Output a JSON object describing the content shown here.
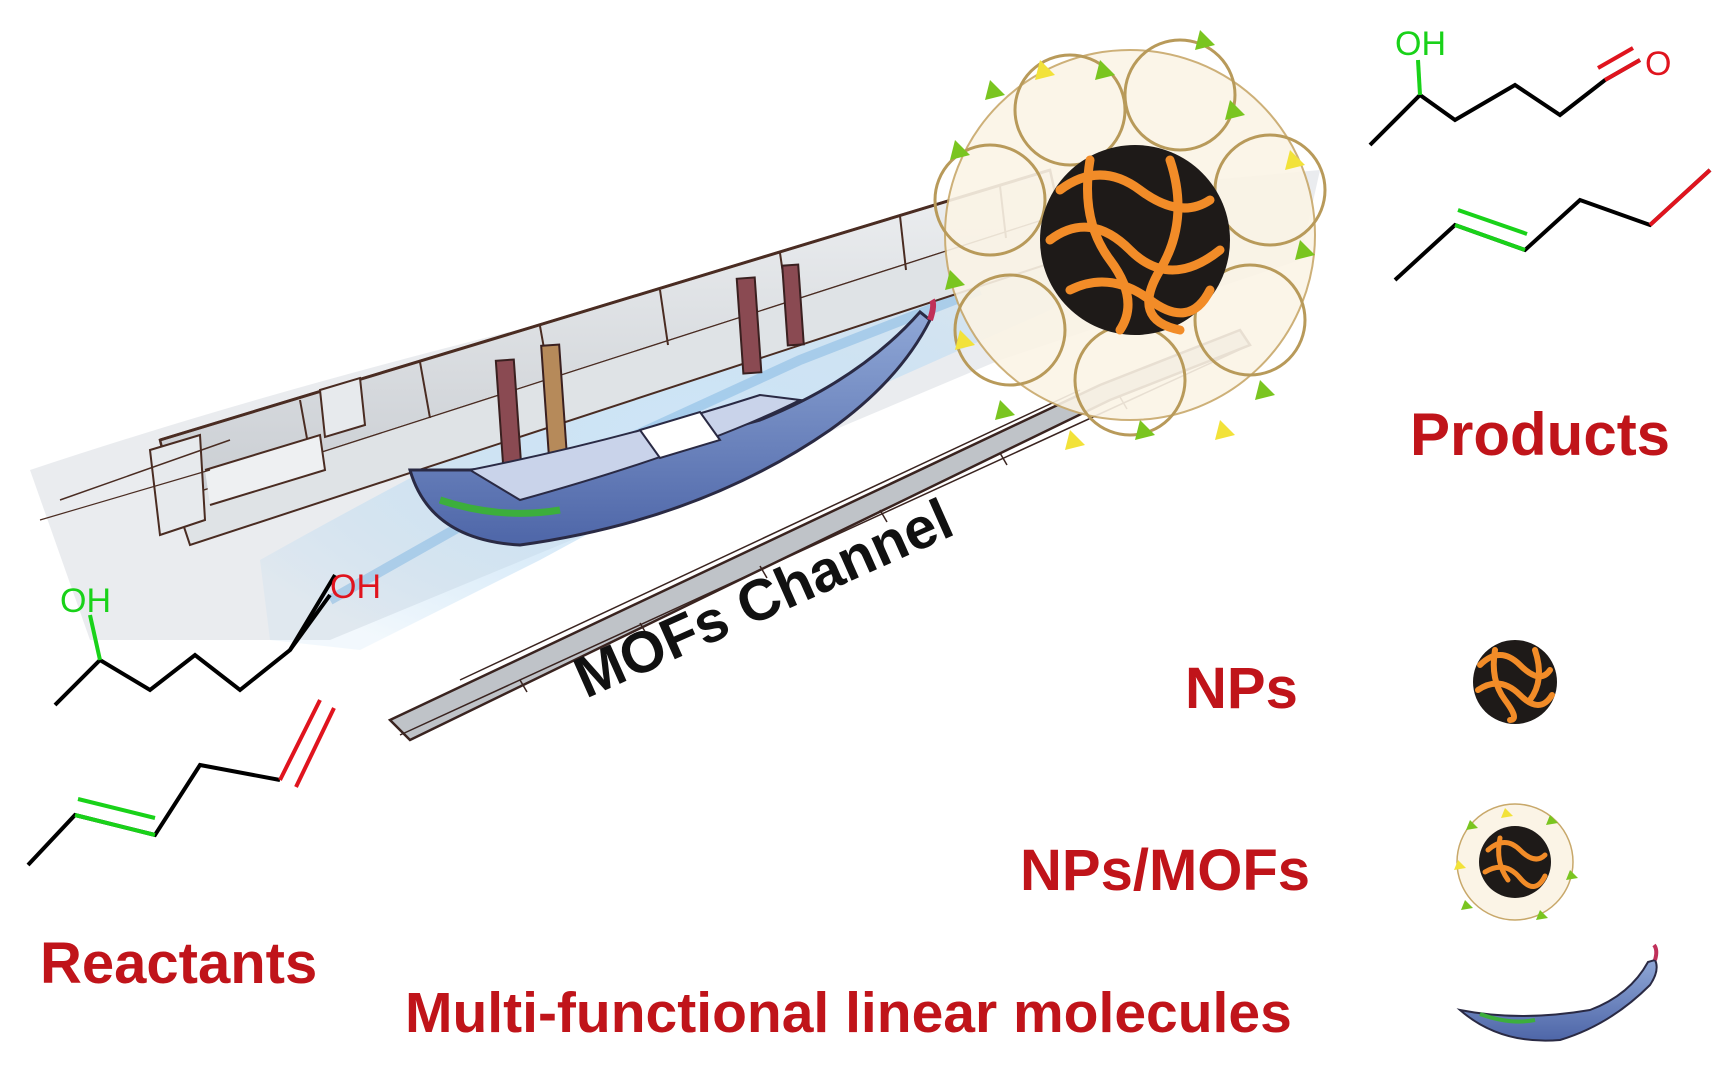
{
  "labels": {
    "products": "Products",
    "nps": "NPs",
    "nps_mofs": "NPs/MOFs",
    "reactants": "Reactants",
    "multi_functional": "Multi-functional linear molecules",
    "mofs_channel": "MOFs Channel"
  },
  "chem": {
    "reactant_oh_left": "OH",
    "reactant_oh_right": "OH",
    "product_oh": "OH",
    "product_o": "O"
  },
  "colors": {
    "label_red": "#c0141a",
    "bond_green": "#19d219",
    "bond_red": "#e0141e",
    "np_orange": "#f28c28",
    "mof_green": "#7ac520",
    "mof_yellow": "#f2e23a",
    "water_blue": "#a9d2f0"
  }
}
